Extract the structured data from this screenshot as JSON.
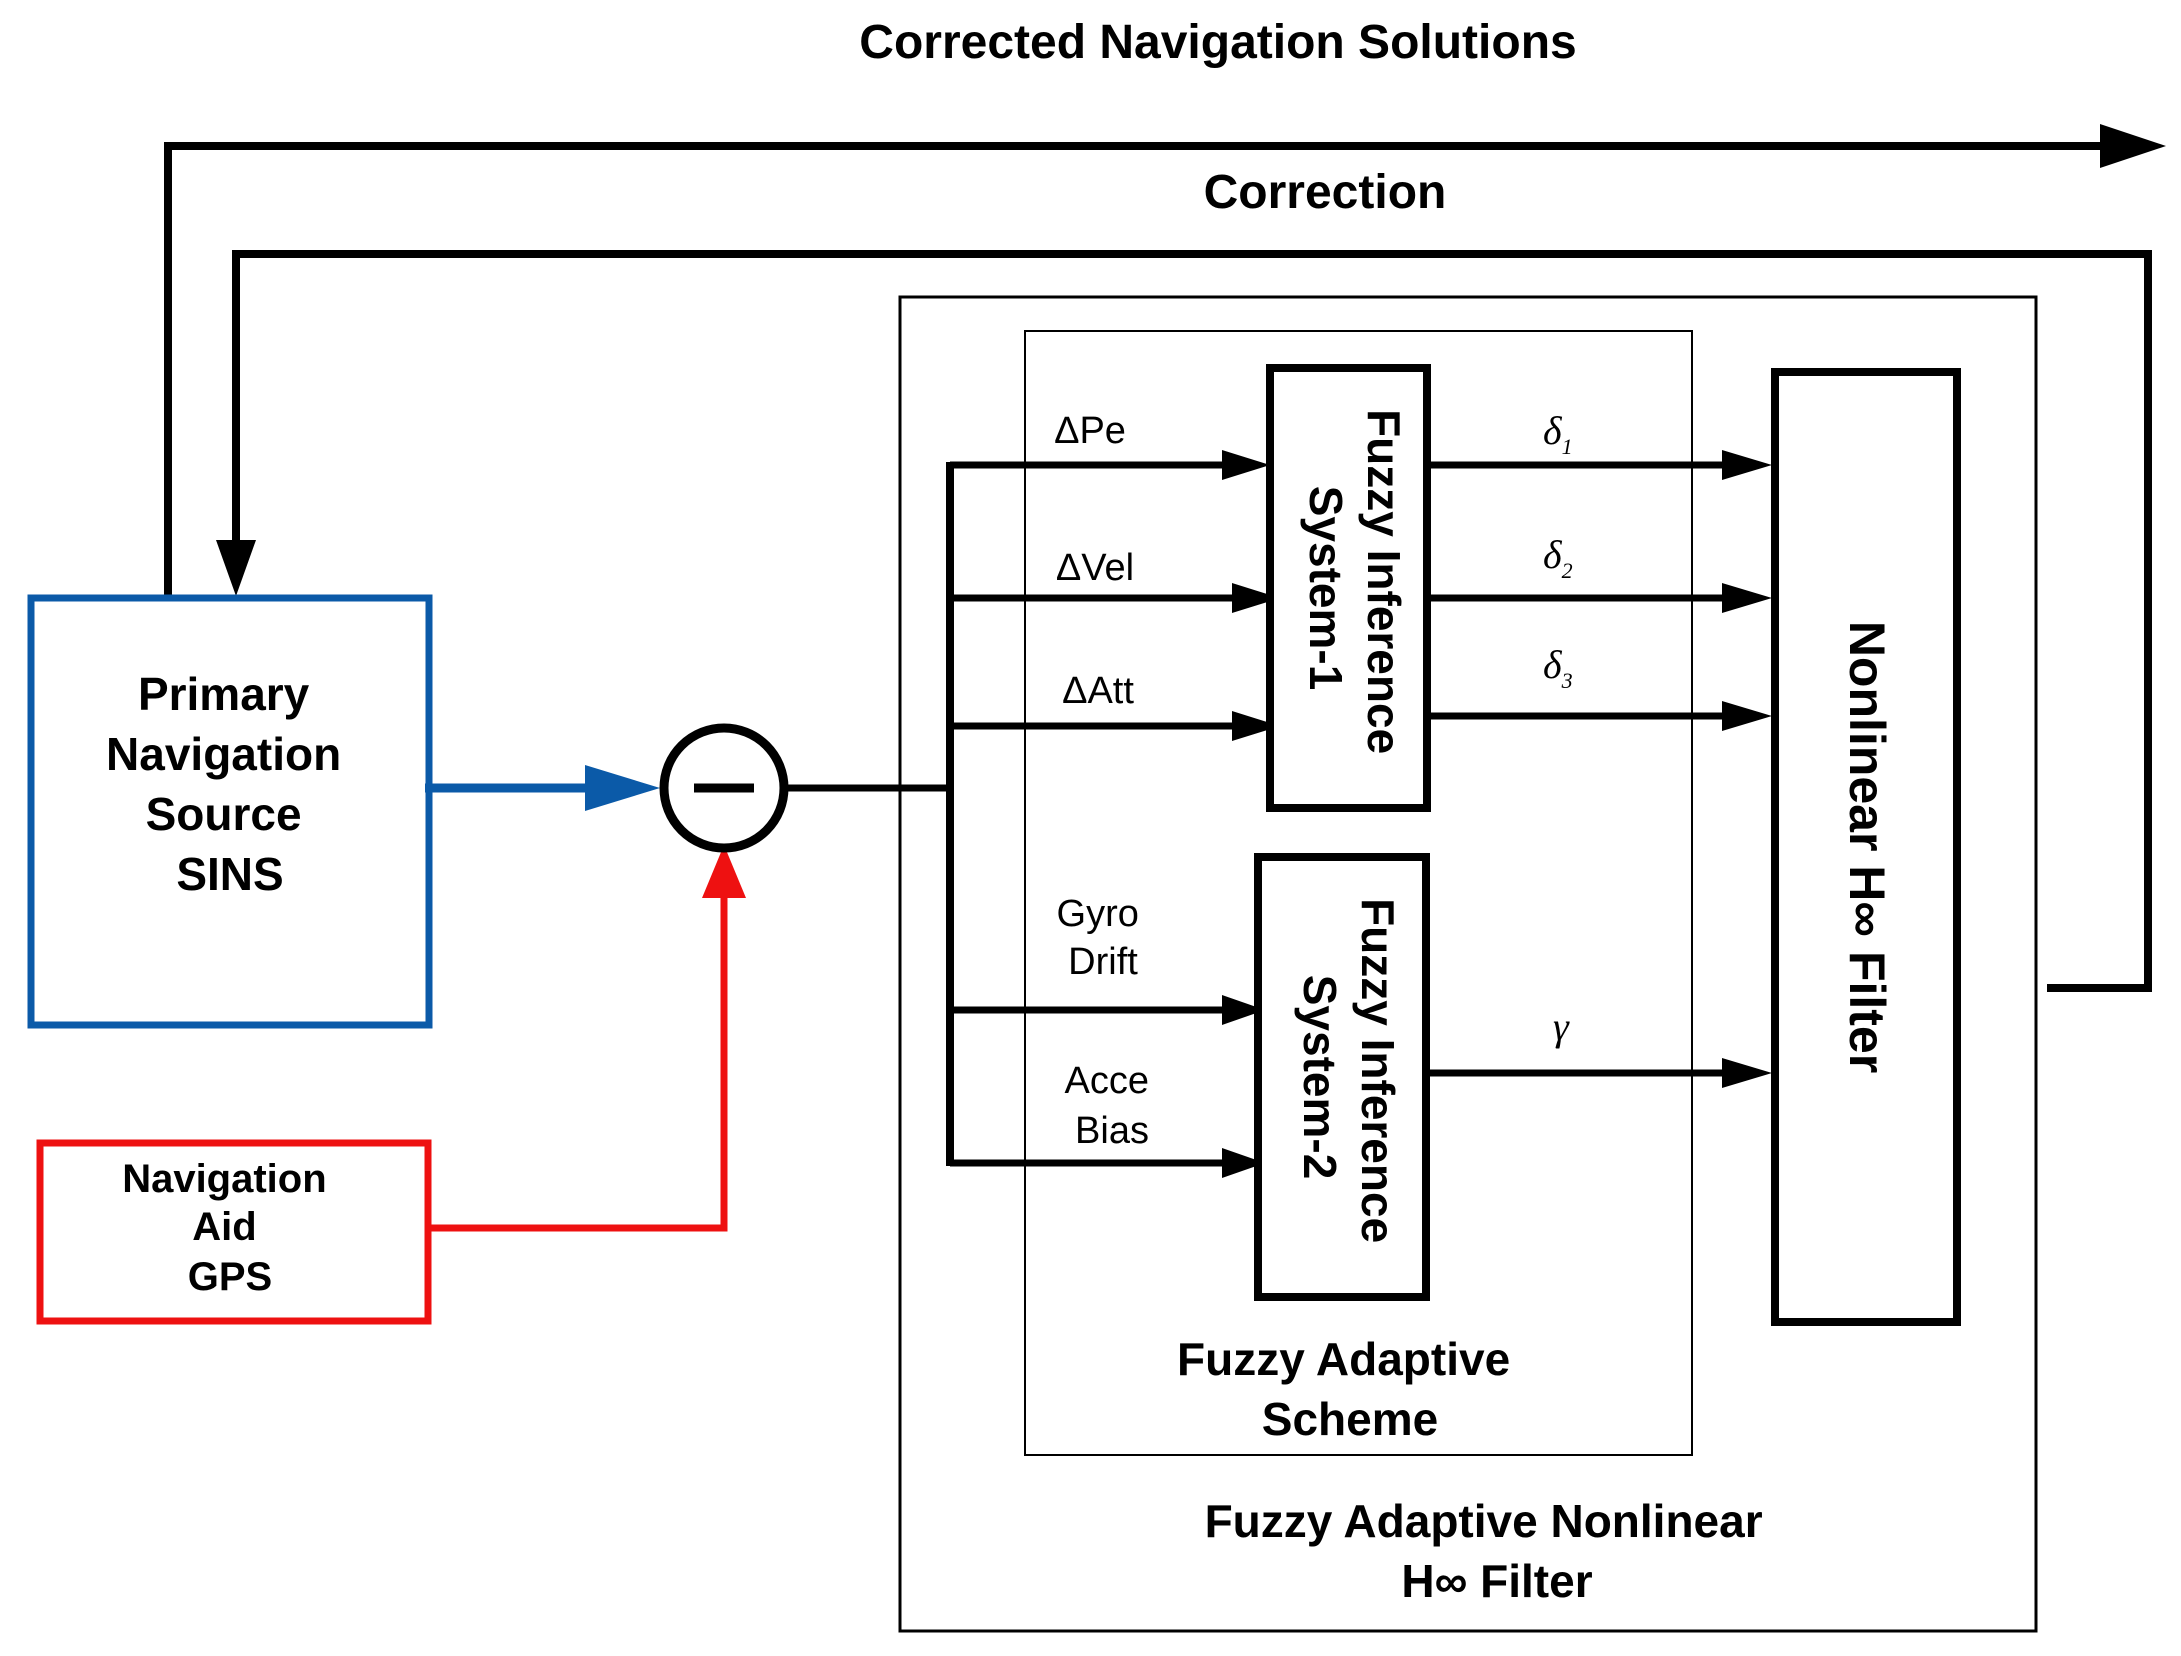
{
  "title_top": "Corrected Navigation Solutions",
  "correction_label": "Correction",
  "sins_block": {
    "line1": "Primary",
    "line2": "Navigation",
    "line3": "Source",
    "line4": "SINS"
  },
  "gps_block": {
    "line1": "Navigation",
    "line2": "Aid",
    "line3": "GPS"
  },
  "inputs": {
    "dpe": "ΔPe",
    "dvel": "ΔVel",
    "datt": "ΔAtt",
    "gyro1": "Gyro",
    "gyro2": "Drift",
    "acce1": "Acce",
    "acce2": "Bias"
  },
  "fis1": {
    "line1": "Fuzzy Inference",
    "line2": "System-1"
  },
  "fis2": {
    "line1": "Fuzzy Inference",
    "line2": "System-2"
  },
  "outputs": {
    "delta": "δ",
    "sub1": "1",
    "sub2": "2",
    "sub3": "3",
    "gamma": "γ"
  },
  "hinf_block": "Nonlinear H∞ Filter",
  "fuzzy_scheme": {
    "line1": "Fuzzy Adaptive",
    "line2": "Scheme"
  },
  "outer_label": {
    "line1": "Fuzzy Adaptive Nonlinear",
    "line2": "H∞ Filter"
  },
  "colors": {
    "sins": "#0b5aa8",
    "gps": "#ee1111",
    "lines": "#000000"
  }
}
